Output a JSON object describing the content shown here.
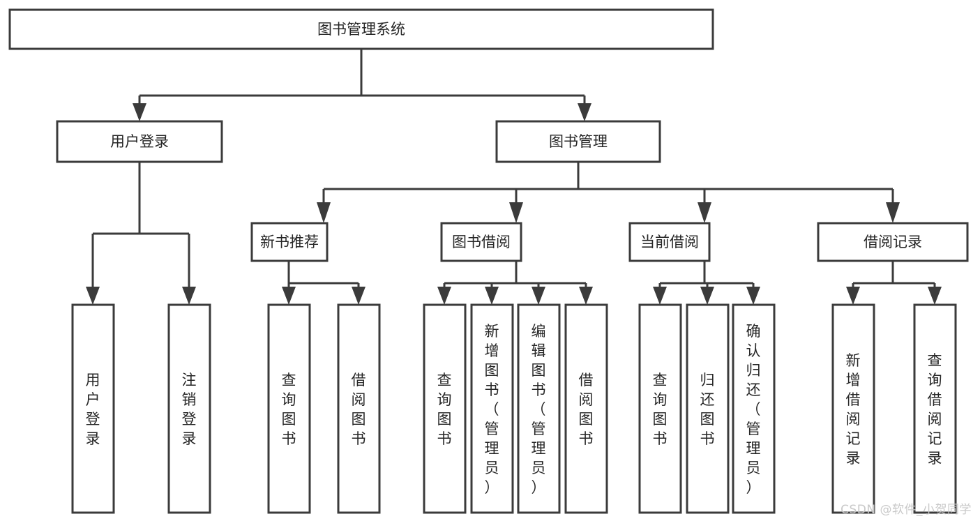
{
  "page": {
    "title": "图书管理系统 功能结构图",
    "background_color": "#ffffff",
    "box_stroke_color": "#3b3b3b",
    "box_fill_color": "#ffffff",
    "text_color": "#262626",
    "watermark_color": "#c9c9c9"
  },
  "watermark": {
    "text": "CSDN @软件_小贺同学"
  },
  "chart_data": {
    "type": "diagram",
    "diagram_kind": "tree",
    "title": "图书管理系统",
    "orientation": "top-down",
    "levels": 4,
    "node_count": 18
  },
  "root": {
    "id": "root",
    "label": "图书管理系统",
    "orientation": "horizontal"
  },
  "level1": [
    {
      "id": "user-login",
      "label": "用户登录",
      "orientation": "horizontal"
    },
    {
      "id": "book-management",
      "label": "图书管理",
      "orientation": "horizontal"
    }
  ],
  "level2": [
    {
      "id": "new-book-recommend",
      "label": "新书推荐",
      "orientation": "horizontal",
      "parent": "book-management"
    },
    {
      "id": "book-borrow",
      "label": "图书借阅",
      "orientation": "horizontal",
      "parent": "book-management"
    },
    {
      "id": "current-borrow",
      "label": "当前借阅",
      "orientation": "horizontal",
      "parent": "book-management"
    },
    {
      "id": "borrow-record",
      "label": "借阅记录",
      "orientation": "horizontal",
      "parent": "book-management"
    }
  ],
  "leaves": [
    {
      "id": "leaf-user-login",
      "label": "用户登录",
      "orientation": "vertical",
      "parent": "user-login"
    },
    {
      "id": "leaf-logout-login",
      "label": "注销登录",
      "orientation": "vertical",
      "parent": "user-login"
    },
    {
      "id": "leaf-query-book-recommend",
      "label": "查询图书",
      "orientation": "vertical",
      "parent": "new-book-recommend"
    },
    {
      "id": "leaf-borrow-book-recommend",
      "label": "借阅图书",
      "orientation": "vertical",
      "parent": "new-book-recommend"
    },
    {
      "id": "leaf-query-book-borrow",
      "label": "查询图书",
      "orientation": "vertical",
      "parent": "book-borrow"
    },
    {
      "id": "leaf-add-book",
      "label": "新增图书（管理员）",
      "orientation": "vertical",
      "parent": "book-borrow"
    },
    {
      "id": "leaf-edit-book",
      "label": "编辑图书（管理员）",
      "orientation": "vertical",
      "parent": "book-borrow"
    },
    {
      "id": "leaf-borrow-book",
      "label": "借阅图书",
      "orientation": "vertical",
      "parent": "book-borrow"
    },
    {
      "id": "leaf-query-book-current",
      "label": "查询图书",
      "orientation": "vertical",
      "parent": "current-borrow"
    },
    {
      "id": "leaf-return-book",
      "label": "归还图书",
      "orientation": "vertical",
      "parent": "current-borrow"
    },
    {
      "id": "leaf-confirm-return",
      "label": "确认归还（管理员）",
      "orientation": "vertical",
      "parent": "current-borrow"
    },
    {
      "id": "leaf-add-borrow-record",
      "label": "新增借阅记录",
      "orientation": "vertical",
      "parent": "borrow-record"
    },
    {
      "id": "leaf-query-borrow-record",
      "label": "查询借阅记录",
      "orientation": "vertical",
      "parent": "borrow-record"
    }
  ]
}
